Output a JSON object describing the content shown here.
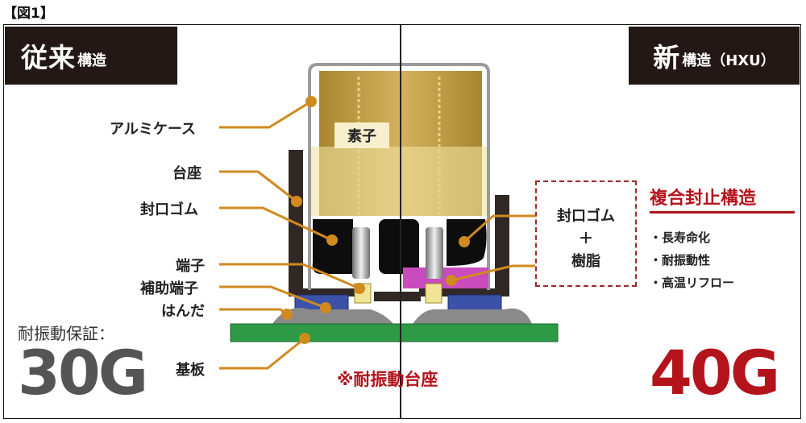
{
  "figure_label": "【図1】",
  "left_header": {
    "main": "従来",
    "sub": "構造"
  },
  "right_header": {
    "main": "新",
    "sub": "構造（HXU）"
  },
  "part_labels": {
    "aluminum_case": "アルミケース",
    "base": "台座",
    "sealing_rubber": "封口ゴム",
    "terminal": "端子",
    "aux_terminal": "補助端子",
    "solder": "はんだ",
    "substrate": "基板",
    "element": "素子"
  },
  "right_box": {
    "line1": "封口ゴム",
    "line2": "＋",
    "line3": "樹脂"
  },
  "composite": {
    "title": "複合封止構造",
    "bullets": [
      "・長寿命化",
      "・耐振動性",
      "・高温リフロー"
    ]
  },
  "vibration": {
    "label": "耐振動保証：",
    "old_value": "30G",
    "new_value": "40G"
  },
  "note": "※耐振動台座",
  "colors": {
    "accent_red": "#b3141c",
    "header_bg": "#231815",
    "leader": "#d08a1e",
    "pcb_green": "#2e9a45",
    "case_gold": "#c4a04a"
  }
}
